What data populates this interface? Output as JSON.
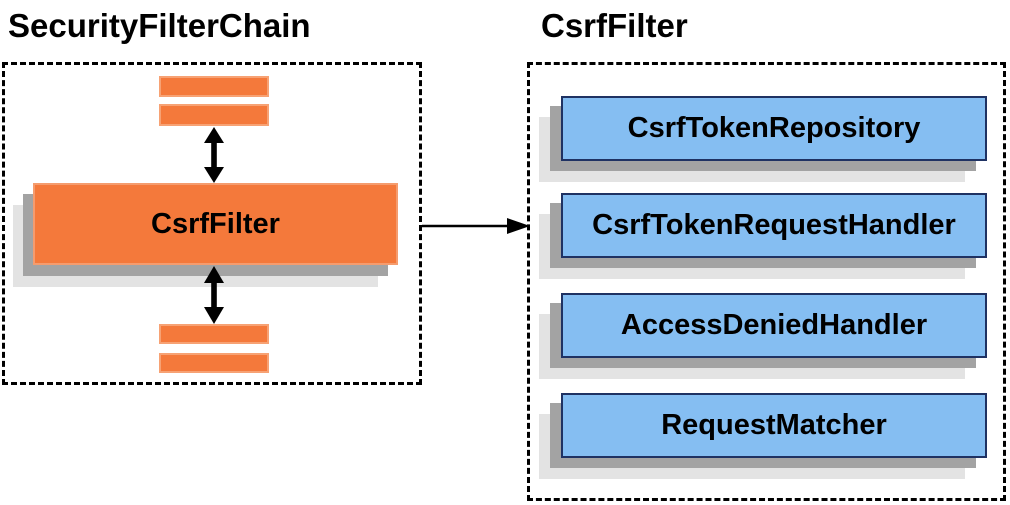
{
  "left_panel": {
    "title": "SecurityFilterChain",
    "filter_box_label": "CsrfFilter",
    "placeholder_bar_count": 4
  },
  "right_panel": {
    "title": "CsrfFilter",
    "components": [
      {
        "label": "CsrfTokenRepository"
      },
      {
        "label": "CsrfTokenRequestHandler"
      },
      {
        "label": "AccessDeniedHandler"
      },
      {
        "label": "RequestMatcher"
      }
    ]
  },
  "colors": {
    "box_orange_fill": "#F4793B",
    "box_orange_border": "#F59C6E",
    "box_blue_fill": "#85BEF2",
    "box_blue_border": "#1F3263",
    "shadow_dark": "#A3A3A3",
    "shadow_light": "#E3E3E3",
    "dashed_border": "#000000",
    "arrow": "#000000",
    "text": "#000000"
  }
}
